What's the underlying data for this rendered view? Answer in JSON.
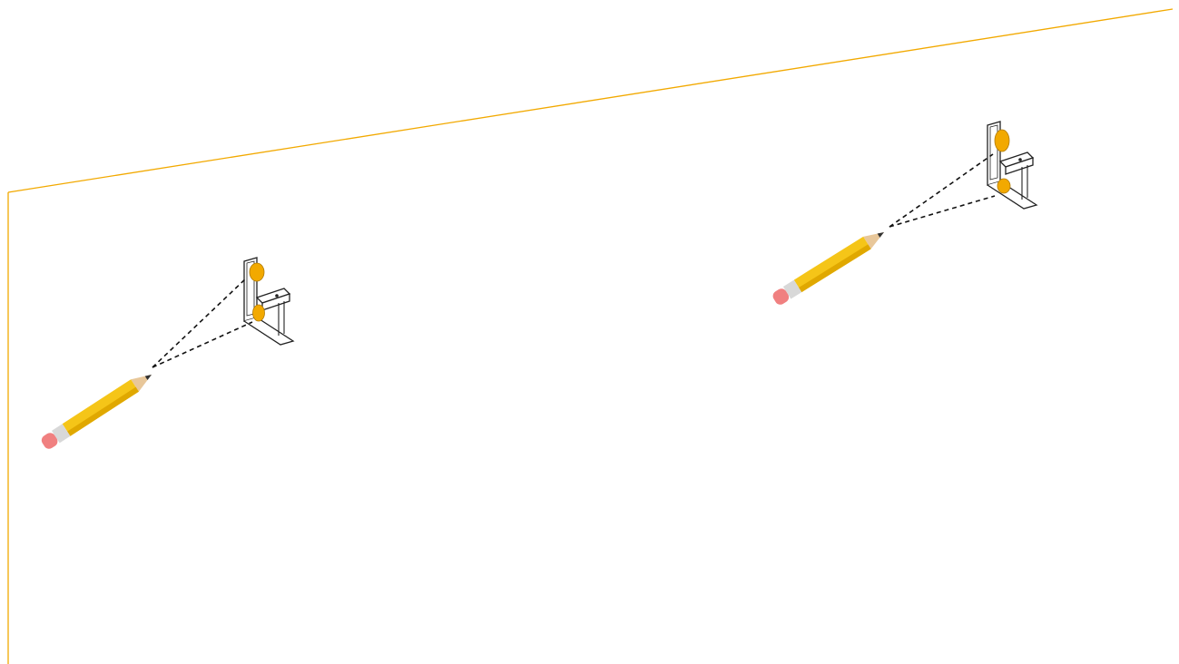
{
  "diagram": {
    "outline_color": "#F2A900",
    "mark_color": "#F2A900",
    "dash_color": "#111111",
    "pencil": {
      "body_color": "#F5C518",
      "body_shade_color": "#E0A800",
      "wood_color": "#E8C79A",
      "lead_color": "#333333",
      "ferrule_color": "#D8D8D8",
      "eraser_color": "#F08080"
    },
    "groups": [
      {
        "id": "left",
        "pencil_icon": "pencil-icon",
        "bracket_icon": "l-bracket-icon",
        "hole_marks": 2
      },
      {
        "id": "right",
        "pencil_icon": "pencil-icon",
        "bracket_icon": "l-bracket-icon",
        "hole_marks": 2
      }
    ]
  }
}
